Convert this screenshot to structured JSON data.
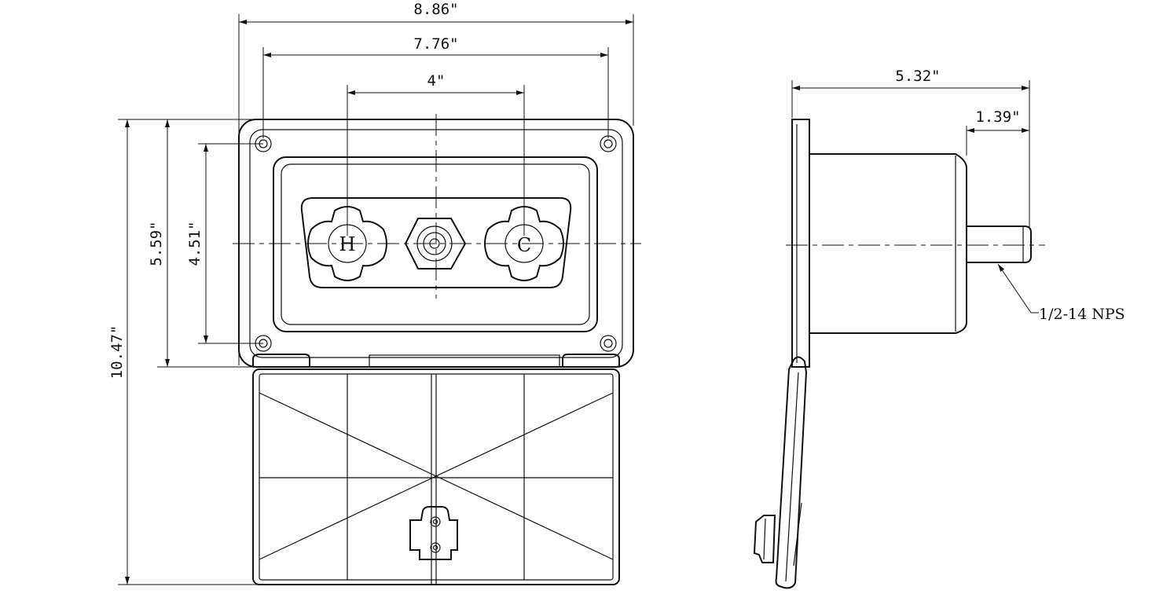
{
  "front_view": {
    "dimensions": {
      "overall_width": "8.86\"",
      "mount_hole_spacing_h": "7.76\"",
      "valve_spacing": "4\"",
      "overall_height": "10.47\"",
      "frame_height": "5.59\"",
      "mount_hole_spacing_v": "4.51\""
    },
    "valve_labels": {
      "hot": "H",
      "cold": "C"
    }
  },
  "side_view": {
    "dimensions": {
      "overall_depth": "5.32\"",
      "pipe_length": "1.39\""
    },
    "callout": "1/2-14 NPS"
  }
}
